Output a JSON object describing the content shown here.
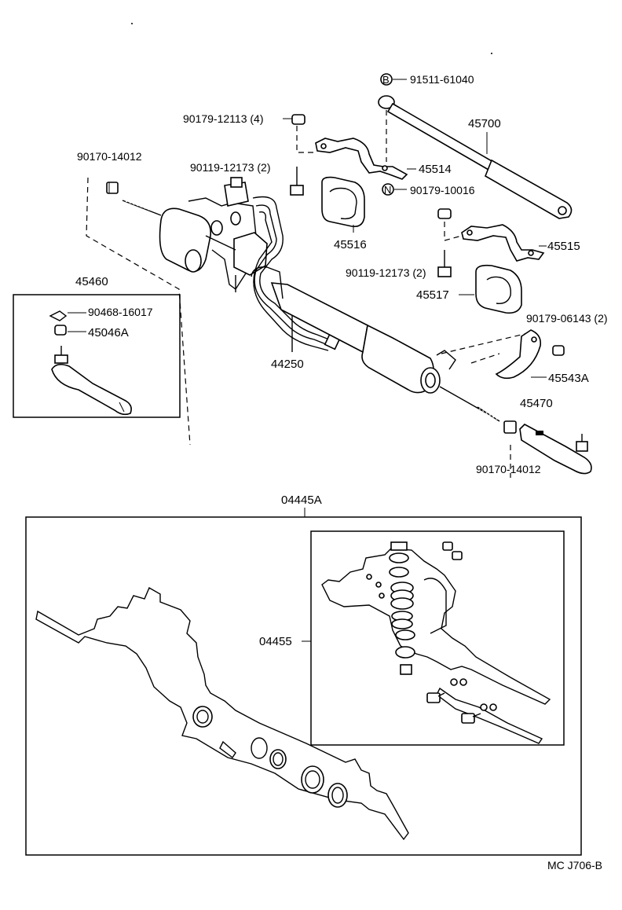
{
  "labels": {
    "p91511": "91511-61040",
    "p91511_badge": "B",
    "p90179_12113": "90179-12113 (4)",
    "p45700": "45700",
    "p90170_14012_top": "90170-14012",
    "p90119_12173_a": "90119-12173 (2)",
    "p45514": "45514",
    "p90179_10016": "90179-10016",
    "p90179_10016_badge": "N",
    "p45516": "45516",
    "p45515": "45515",
    "p90119_12173_b": "90119-12173 (2)",
    "p45517": "45517",
    "p45460": "45460",
    "p90468_16017": "90468-16017",
    "p45046A": "45046A",
    "p44250": "44250",
    "p90179_06143": "90179-06143 (2)",
    "p45543A": "45543A",
    "p45470": "45470",
    "p90170_14012_bot": "90170-14012",
    "p04445A": "04445A",
    "p04455": "04455",
    "figure_code": "MC J706-B"
  }
}
